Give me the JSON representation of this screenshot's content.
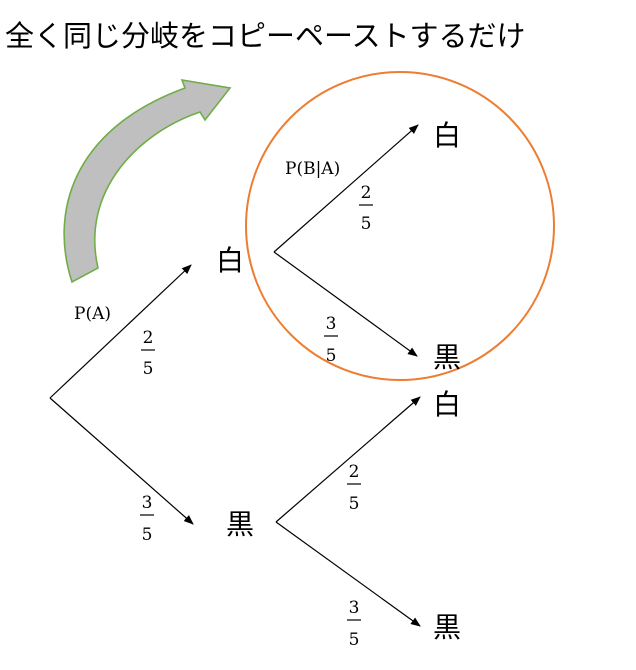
{
  "title": "全く同じ分岐をコピーペーストするだけ",
  "colors": {
    "circle": "#ed7d31",
    "arrow_stroke": "#70ad47",
    "arrow_fill": "#bfbfbf",
    "line": "#000000"
  },
  "nodes": {
    "first_white": "白",
    "first_black": "黒",
    "copy_white": "白",
    "copy_black": "黒",
    "lower_white": "白",
    "lower_black": "黒"
  },
  "labels": {
    "p_a": "P(A)",
    "p_b_given_a": "P(B|A)"
  },
  "fractions": {
    "first_white": {
      "num": "2",
      "den": "5"
    },
    "first_black": {
      "num": "3",
      "den": "5"
    },
    "copy_white": {
      "num": "2",
      "den": "5"
    },
    "copy_black": {
      "num": "3",
      "den": "5"
    },
    "lower_white": {
      "num": "2",
      "den": "5"
    },
    "lower_black": {
      "num": "3",
      "den": "5"
    }
  }
}
